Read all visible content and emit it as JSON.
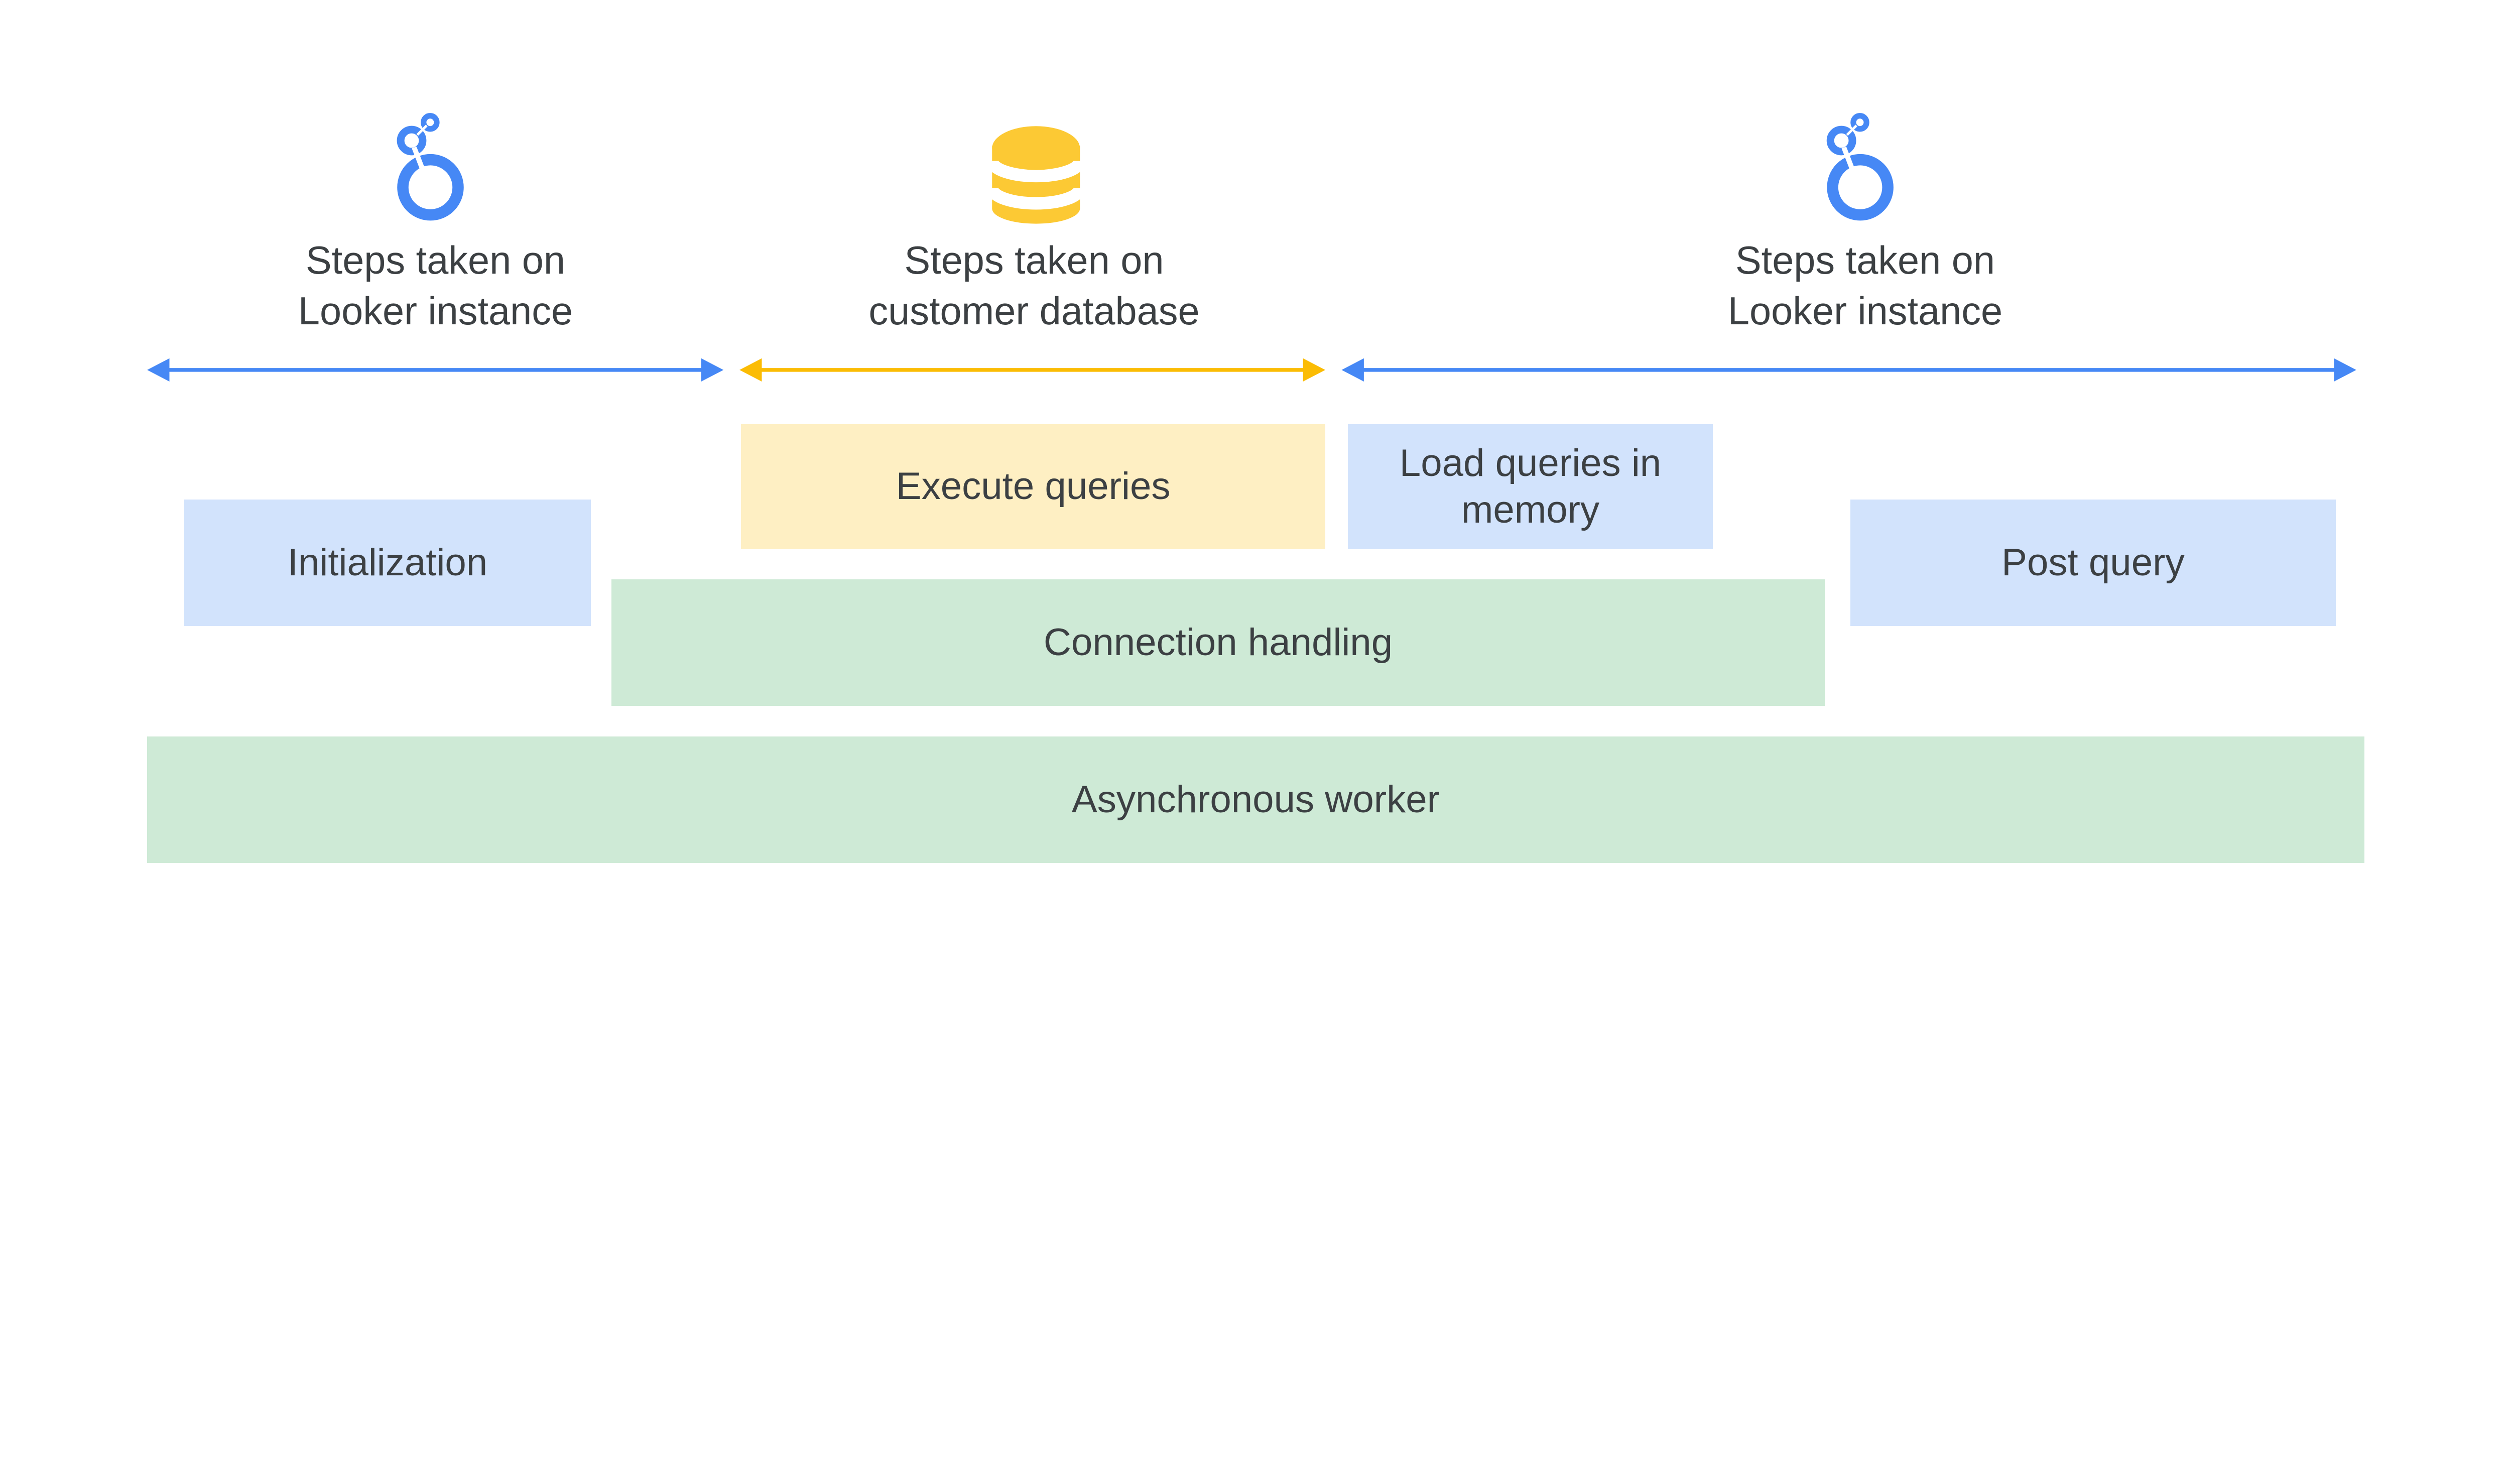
{
  "colors": {
    "looker_blue": "#4688F5",
    "database_yellow": "#FCC934",
    "blue_box": "#D2E3FC",
    "yellow_box": "#FEEFC3",
    "green_box": "#CEEAD6",
    "text": "#3C4043"
  },
  "sections": [
    {
      "icon": "looker-logo-icon",
      "line1": "Steps taken on",
      "line2": "Looker instance"
    },
    {
      "icon": "database-icon",
      "line1": "Steps taken on",
      "line2": "customer database"
    },
    {
      "icon": "looker-logo-icon",
      "line1": "Steps taken on",
      "line2": "Looker instance"
    }
  ],
  "boxes": {
    "initialization": "Initialization",
    "execute_queries": "Execute queries",
    "load_queries": "Load queries in memory",
    "post_query": "Post query",
    "connection_handling": "Connection handling",
    "async_worker": "Asynchronous worker"
  }
}
